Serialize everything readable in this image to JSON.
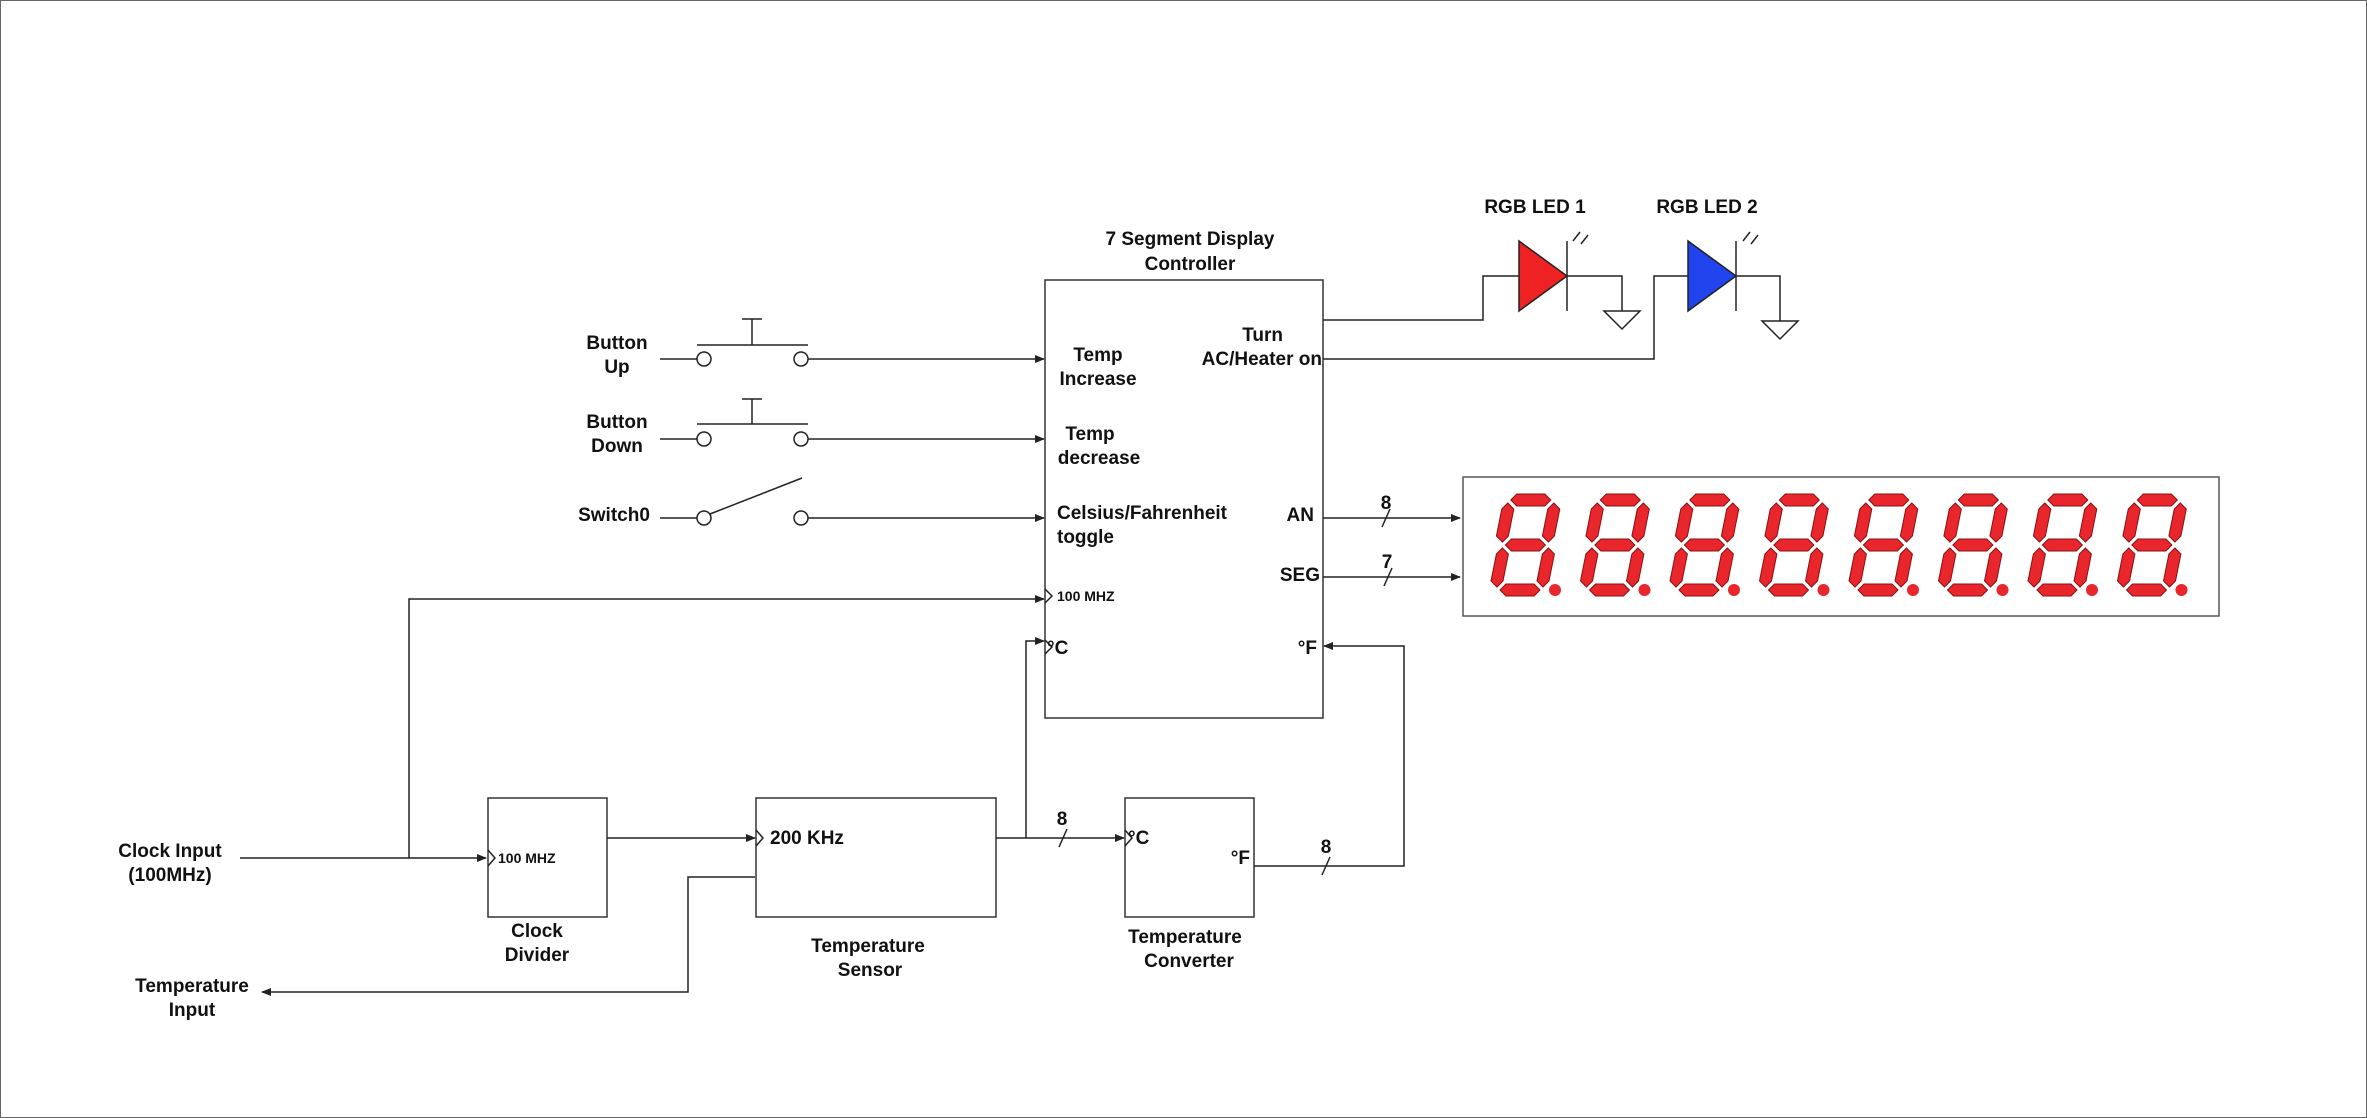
{
  "blocks": {
    "controller": {
      "title_line1": "7 Segment Display",
      "title_line2": "Controller",
      "port_temp_increase_1": "Temp",
      "port_temp_increase_2": "Increase",
      "port_temp_decrease_1": "Temp",
      "port_temp_decrease_2": "decrease",
      "port_toggle_1": "Celsius/Fahrenheit",
      "port_toggle_2": "toggle",
      "port_clock": "100 MHZ",
      "port_c": "°C",
      "port_turn_1": "Turn",
      "port_turn_2": "AC/Heater on",
      "port_an": "AN",
      "port_seg": "SEG",
      "port_f": "°F"
    },
    "clock_divider": {
      "port": "100 MHZ",
      "label_1": "Clock",
      "label_2": "Divider"
    },
    "temperature_sensor": {
      "port": "200 KHz",
      "label_1": "Temperature",
      "label_2": "Sensor"
    },
    "temperature_converter": {
      "port_c": "°C",
      "port_f": "°F",
      "label_1": "Temperature",
      "label_2": "Converter"
    }
  },
  "inputs": {
    "button_up_1": "Button",
    "button_up_2": "Up",
    "button_down_1": "Button",
    "button_down_2": "Down",
    "switch0": "Switch0",
    "clock_input_1": "Clock Input",
    "clock_input_2": "(100MHz)",
    "temperature_input_1": "Temperature",
    "temperature_input_2": "Input"
  },
  "outputs": {
    "rgb_led_1": "RGB LED 1",
    "rgb_led_2": "RGB LED 2",
    "led1_color": "#ee2222",
    "led2_color": "#2244ee",
    "display_digits": 8,
    "display_color": "#e8262c"
  },
  "bus_widths": {
    "an": "8",
    "seg": "7",
    "sensor_to_converter": "8",
    "converter_to_controller": "8"
  }
}
